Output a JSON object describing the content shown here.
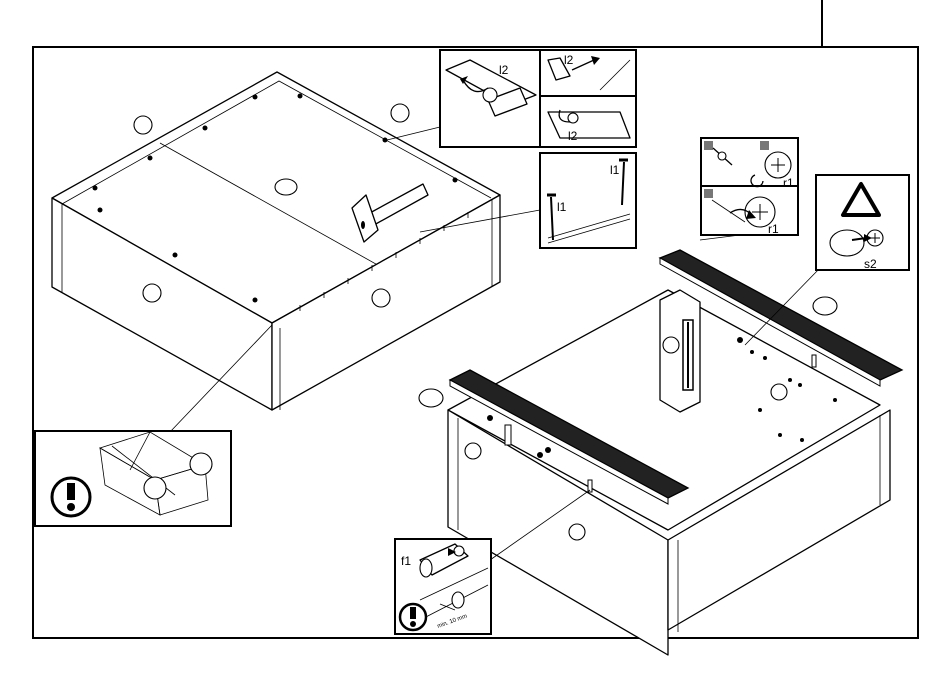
{
  "parts": {
    "cam_bolt": "l2",
    "nail": "l1",
    "connector": "r1",
    "cover_cap": "s2",
    "dowel": "f1"
  },
  "dowel_note": "min. 10 mm"
}
